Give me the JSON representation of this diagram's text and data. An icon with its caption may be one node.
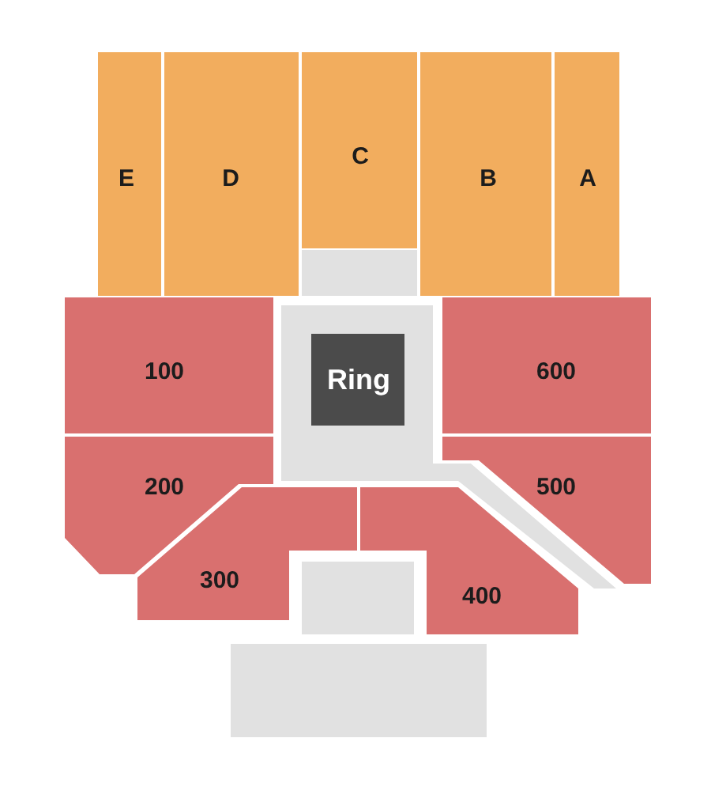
{
  "diagram": {
    "nodes": [
      {
        "text": [
          "E"
        ]
      },
      {
        "text": [
          "D"
        ]
      },
      {
        "text": [
          "C"
        ]
      },
      {
        "text": [
          "B"
        ]
      },
      {
        "text": [
          "A"
        ]
      },
      {
        "text": [],
        "shape": "box"
      },
      {
        "text": [
          "100"
        ]
      },
      {
        "text": [],
        "shape": "box"
      },
      {
        "text": [
          "Ring"
        ],
        "in": 7
      },
      {
        "text": [
          "600"
        ]
      },
      {
        "text": [
          "200"
        ]
      },
      {
        "text": [
          "500"
        ]
      },
      {
        "text": [
          "300"
        ]
      },
      {
        "text": [
          "400"
        ]
      },
      {
        "text": [],
        "shape": "box"
      },
      {
        "text": [],
        "shape": "box"
      }
    ],
    "edges": []
  }
}
